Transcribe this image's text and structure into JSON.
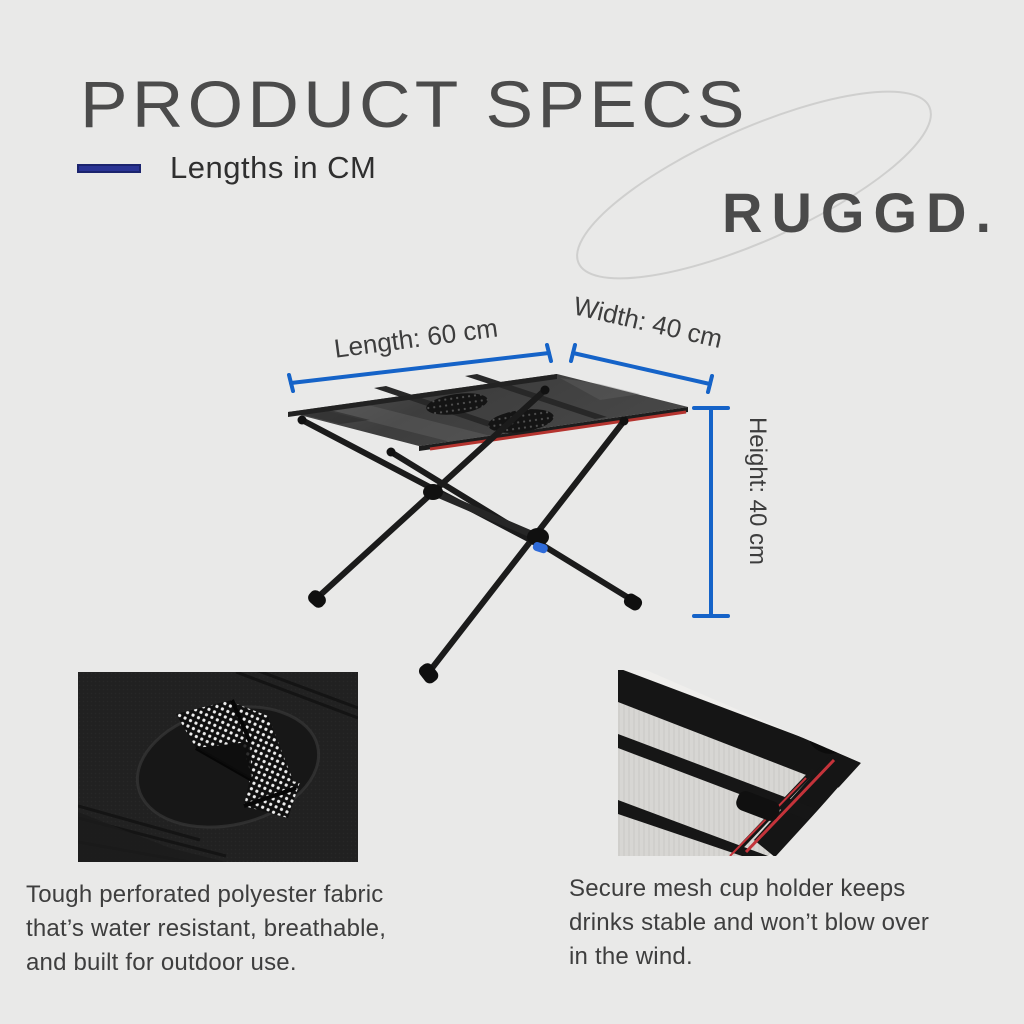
{
  "page": {
    "background": "#e9e9e8"
  },
  "header": {
    "title": "PRODUCT SPECS",
    "subtitle": "Lengths in CM",
    "accent_color": "#2a3494",
    "brand": "RUGGD."
  },
  "diagram": {
    "product": "folding camp table",
    "dimension_color": "#1563c8",
    "length_label": "Length: 60 cm",
    "width_label": "Width: 40 cm",
    "height_label": "Height: 40 cm",
    "length_cm": 60,
    "width_cm": 40,
    "height_cm": 40
  },
  "features": [
    {
      "caption": "Tough perforated polyester fabric\nthat’s water resistant, breathable,\nand built for outdoor use."
    },
    {
      "caption": "Secure mesh cup holder keeps\ndrinks stable and won’t blow over\nin the wind."
    }
  ]
}
